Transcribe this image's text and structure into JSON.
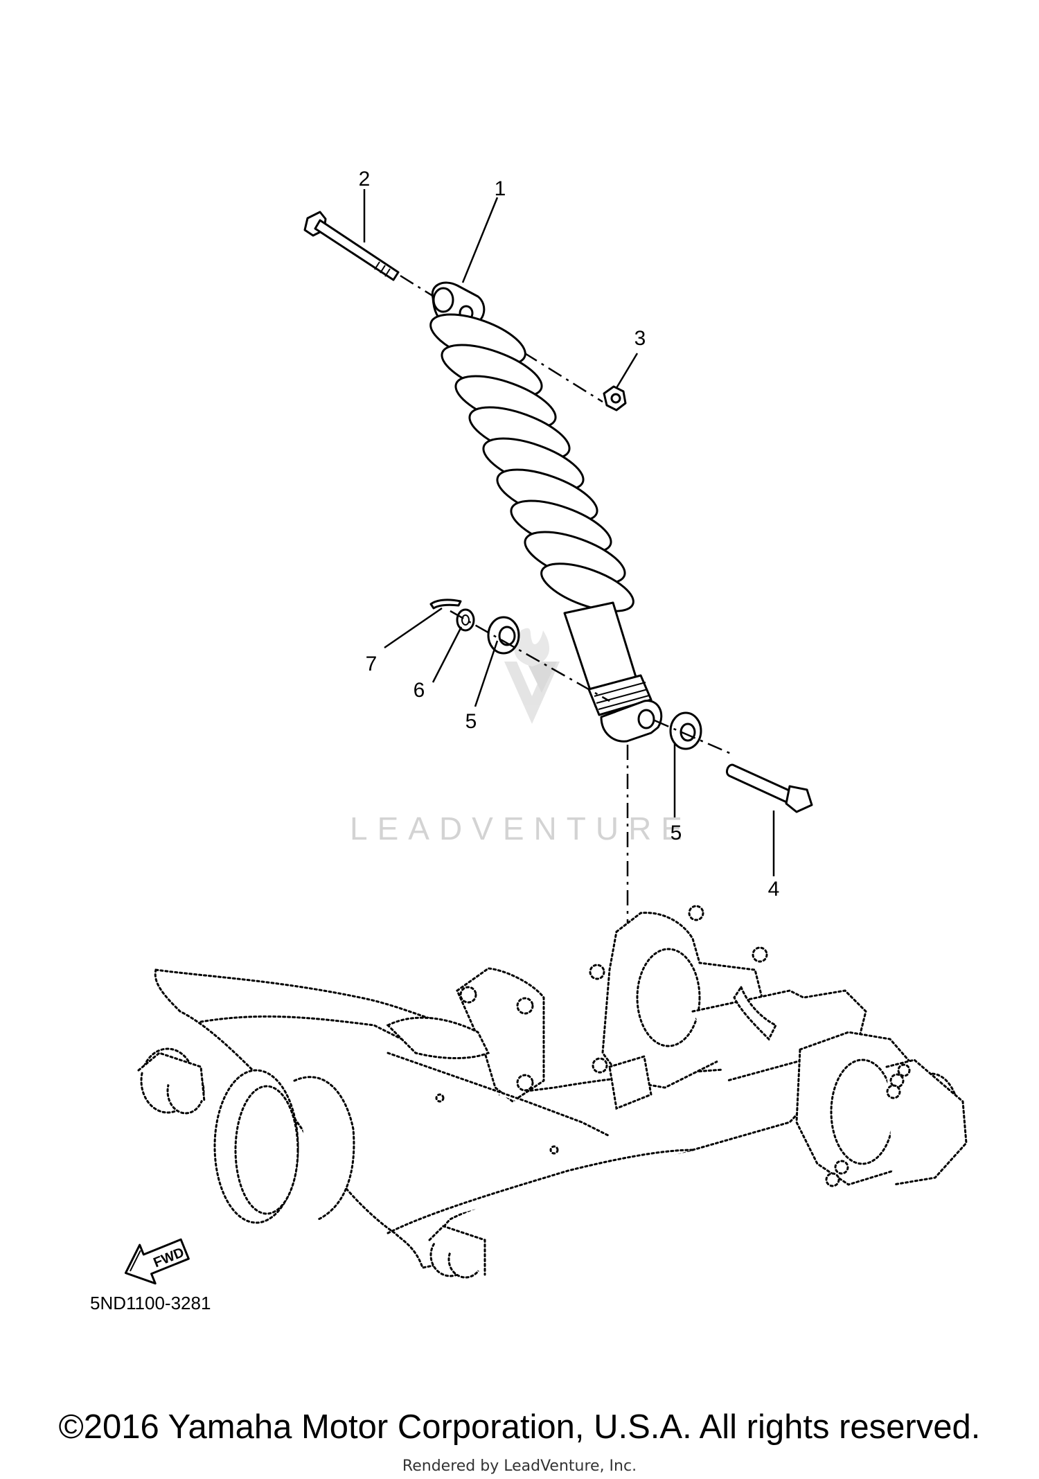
{
  "callouts": {
    "c1": "1",
    "c2": "2",
    "c3": "3",
    "c4": "4",
    "c5a": "5",
    "c5b": "5",
    "c6": "6",
    "c7": "7"
  },
  "fwd_label": "FWD",
  "diagram_code": "5ND1100-3281",
  "watermark": "LEADVENTURE",
  "copyright": "©2016 Yamaha Motor Corporation, U.S.A. All rights reserved.",
  "rendered_by": "Rendered by LeadVenture, Inc."
}
